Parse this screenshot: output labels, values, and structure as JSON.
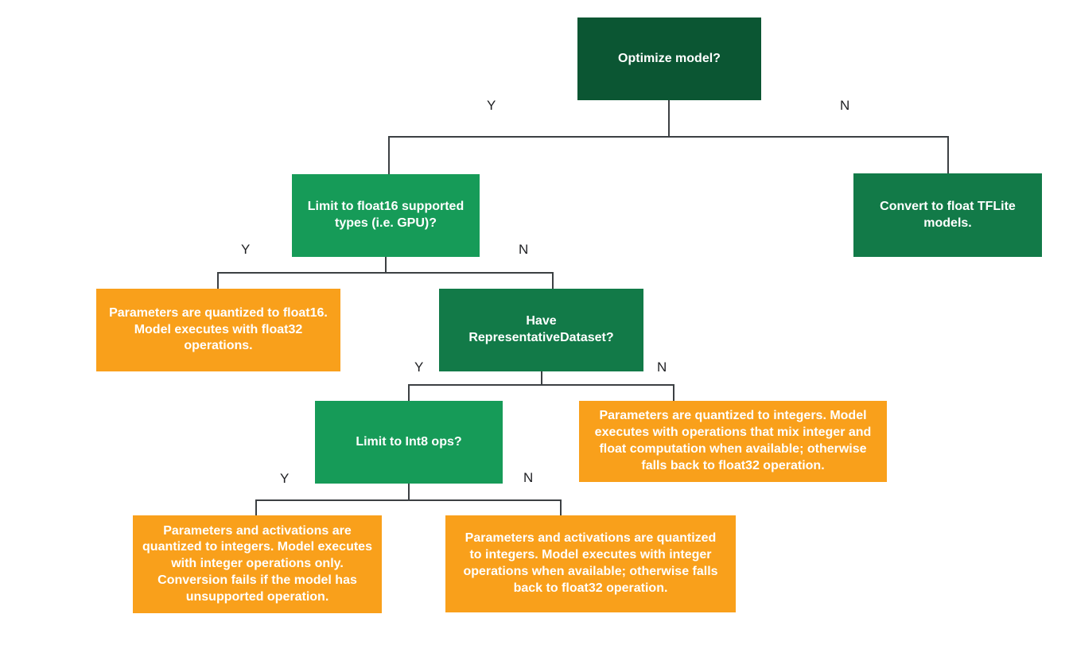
{
  "colors": {
    "dark_green": "#0B5633",
    "mid_green": "#127A48",
    "bright_green": "#169B58",
    "orange": "#F9A01B",
    "line": "#3C4043",
    "text_on_box": "#FFFFFF",
    "branch_label": "#202124",
    "canvas_bg": "#FFFFFF"
  },
  "nodes": {
    "optimize": {
      "label": "Optimize model?"
    },
    "limit_float16": {
      "label": "Limit to float16 supported types (i.e. GPU)?"
    },
    "convert_float": {
      "label": "Convert to float TFLite models."
    },
    "float16_result": {
      "label": "Parameters are quantized to float16. Model executes with float32 operations."
    },
    "have_representative_dataset": {
      "label": "Have RepresentativeDataset?"
    },
    "limit_int8": {
      "label": "Limit to Int8 ops?"
    },
    "mixed_result": {
      "label": "Parameters are quantized to integers. Model executes with operations that mix integer and float computation when available; otherwise falls back to float32 operation."
    },
    "int8_only_result": {
      "label": "Parameters and activations are quantized to integers. Model executes with integer operations only. Conversion fails if the model has unsupported operation."
    },
    "int8_fallback_result": {
      "label": "Parameters and activations are quantized to integers. Model executes with integer operations when available; otherwise falls back to float32 operation."
    }
  },
  "branches": {
    "optimize": {
      "yes": "Y",
      "no": "N"
    },
    "limit_float16": {
      "yes": "Y",
      "no": "N"
    },
    "have_representative_dataset": {
      "yes": "Y",
      "no": "N"
    },
    "limit_int8": {
      "yes": "Y",
      "no": "N"
    }
  }
}
